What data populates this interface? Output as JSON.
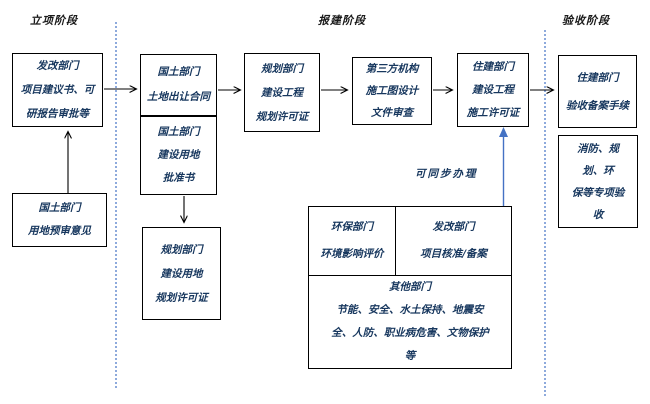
{
  "colors": {
    "box_text_navy": "#17375E",
    "accent_blue": "#4472C4",
    "border_black": "#000000"
  },
  "phase_headers": {
    "lixiang": "立项阶段",
    "baojian": "报建阶段",
    "yanshou": "验收阶段"
  },
  "boxes": {
    "fagai_approval": {
      "lines": [
        "发改部门",
        "项目建议书、可",
        "研报告审批等"
      ]
    },
    "guotu_preapproval": {
      "lines": [
        "国土部门",
        "用地预审意见"
      ]
    },
    "guotu_contract": {
      "lines": [
        "国土部门",
        "土地出让合同"
      ]
    },
    "guotu_permit": {
      "lines": [
        "国土部门",
        "建设用地",
        "批准书"
      ]
    },
    "guihua_land": {
      "lines": [
        "规划部门",
        "建设用地",
        "规划许可证"
      ]
    },
    "guihua_project": {
      "lines": [
        "规划部门",
        "建设工程",
        "规划许可证"
      ]
    },
    "third_party": {
      "lines": [
        "第三方机构",
        "施工图设计",
        "文件审查"
      ]
    },
    "zhujian_construction": {
      "lines": [
        "住建部门",
        "建设工程",
        "施工许可证"
      ]
    },
    "zhujian_acceptance": {
      "lines": [
        "住建部门",
        "验收备案手续"
      ]
    },
    "special_acceptance": {
      "lines": [
        "消防、规",
        "划、环",
        "保等专项验",
        "收"
      ]
    }
  },
  "parallel_group": {
    "huanbao": {
      "lines": [
        "环保部门",
        "环境影响评价"
      ]
    },
    "fagai_record": {
      "lines": [
        "发改部门",
        "项目核准/备案"
      ]
    },
    "other": {
      "lines": [
        "其他部门",
        "节能、安全、水土保持、地震安",
        "全、人防、职业病危害、文物保护",
        "等"
      ]
    }
  },
  "annotations": {
    "sync_note": "可同步办理"
  }
}
